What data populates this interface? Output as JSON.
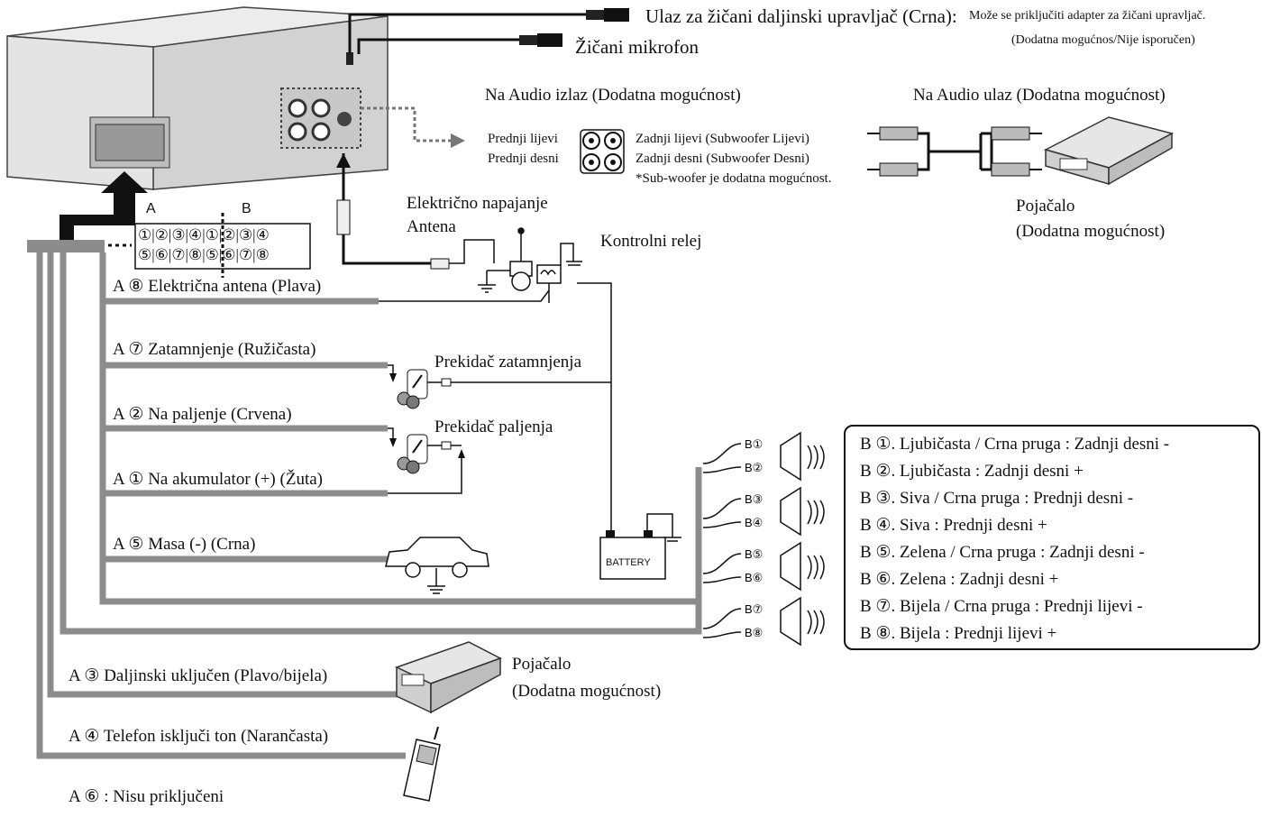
{
  "top": {
    "remote_input": "Ulaz za žičani daljinski upravljač (Crna):",
    "remote_note_1": "Može se priključiti adapter za žičani upravljač.",
    "remote_note_2": "(Dodatna mogućnos/Nije isporučen)",
    "microphone": "Žičani mikrofon"
  },
  "audio_out": {
    "title": "Na Audio izlaz (Dodatna mogućnost)",
    "front_left": "Prednji lijevi",
    "front_right": "Prednji desni",
    "rear_left": "Zadnji lijevi (Subwoofer Lijevi)",
    "rear_right": "Zadnji desni (Subwoofer Desni)",
    "note": "*Sub-woofer je dodatna mogućnost."
  },
  "audio_in": {
    "title": "Na Audio ulaz (Dodatna mogućnost)",
    "amp_line1": "Pojačalo",
    "amp_line2": "(Dodatna mogućnost)"
  },
  "connector": {
    "label_a": "A",
    "label_b": "B",
    "pins_top": [
      "①",
      "②",
      "③",
      "④"
    ],
    "pins_bottom": [
      "⑤",
      "⑥",
      "⑦",
      "⑧"
    ]
  },
  "antenna": {
    "line1": "Električno napajanje",
    "line2": "Antena",
    "relay": "Kontrolni relej"
  },
  "wires": {
    "a8": "A ⑧  Električna antena (Plava)",
    "a7": "A ⑦  Zatamnjenje (Ružičasta)",
    "a2": "A ②  Na paljenje (Crvena)",
    "a1": "A ①  Na akumulator (+) (Žuta)",
    "a5": "A ⑤  Masa (-) (Crna)",
    "a3": "A ③  Daljinski uključen (Plavo/bijela)",
    "a4": "A ④  Telefon isključi ton (Narančasta)",
    "a6": "A ⑥ : Nisu priključeni"
  },
  "switches": {
    "dimmer": "Prekidač zatamnjenja",
    "ignition": "Prekidač paljenja",
    "battery": "BATTERY"
  },
  "amp_bottom": {
    "line1": "Pojačalo",
    "line2": "(Dodatna mogućnost)"
  },
  "speakers": [
    "B①",
    "B②",
    "B③",
    "B④",
    "B⑤",
    "B⑥",
    "B⑦",
    "B⑧"
  ],
  "legend": [
    "B ①. Ljubičasta / Crna pruga : Zadnji desni -",
    "B ②. Ljubičasta : Zadnji desni +",
    "B ③. Siva / Crna pruga : Prednji desni -",
    "B ④. Siva : Prednji desni +",
    "B ⑤. Zelena / Crna pruga : Zadnji desni -",
    "B ⑥. Zelena : Zadnji desni +",
    "B ⑦. Bijela / Crna pruga : Prednji lijevi -",
    "B ⑧. Bijela : Prednji lijevi +"
  ],
  "colors": {
    "wire_gray": "#8c8c8c",
    "line": "#111111",
    "unit": "#d6d6d6"
  }
}
